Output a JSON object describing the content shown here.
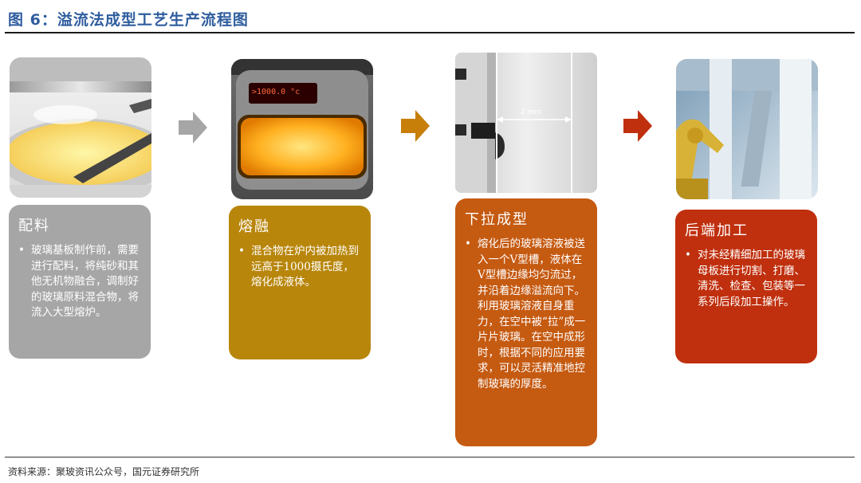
{
  "header": {
    "title": "图 6：溢流法成型工艺生产流程图"
  },
  "steps": [
    {
      "title": "配料",
      "text": "玻璃基板制作前，需要进行配料，将纯砂和其他无机物融合，调制好的玻璃原料混合物，将流入大型熔炉。",
      "color": "#a6a6a6",
      "image": "mixing-furnace-photo"
    },
    {
      "title": "熔融",
      "text": "混合物在炉内被加热到远高于1000摄氏度，熔化成液体。",
      "color": "#b8860b",
      "image": "melting-furnace-photo",
      "display_text": ">1000.0 °c"
    },
    {
      "title": "下拉成型",
      "text": "熔化后的玻璃溶液被送入一个V型槽，液体在V型槽边缘均匀流过，并沿着边缘溢流向下。利用玻璃溶液自身重力，在空中被“拉”成一片片玻璃。在空中成形时，根据不同的应用要求，可以灵活精准地控制玻璃的厚度。",
      "color": "#c55a11",
      "image": "overflow-draw-photo",
      "measure_label": "2 mm"
    },
    {
      "title": "后端加工",
      "text": "对未经精细加工的玻璃母板进行切割、打磨、清洗、检查、包装等一系列后段加工操作。",
      "color": "#c0300e",
      "image": "robot-processing-photo"
    }
  ],
  "arrows": [
    {
      "color": "#a6a6a6"
    },
    {
      "color": "#c77f0a"
    },
    {
      "color": "#c0300e"
    }
  ],
  "footer": {
    "source": "资料来源：聚玻资讯公众号，国元证券研究所"
  }
}
